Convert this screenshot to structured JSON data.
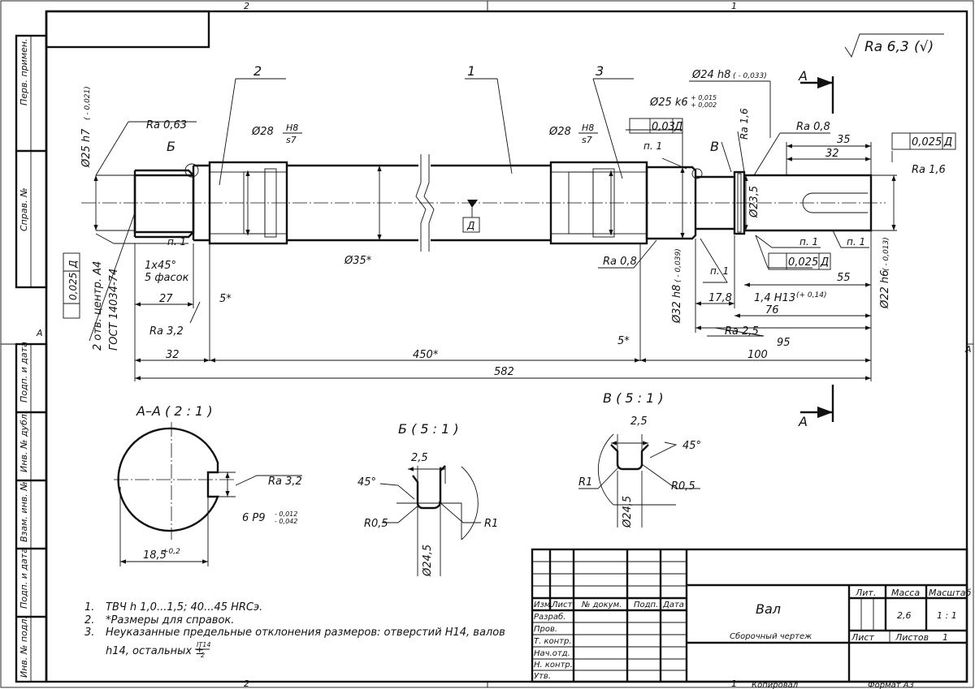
{
  "sheet": {
    "zone_top_left": "2",
    "zone_top_right": "1",
    "zone_bottom_left": "2",
    "zone_bottom_right": "1",
    "zone_side_left": "A",
    "zone_side_right": "A"
  },
  "side_stamp": {
    "perv_primen": "Перв. примен.",
    "sprav_no": "Справ. №",
    "podp_data_1": "Подп. и дата",
    "inv_dubl": "Инв. № дубл.",
    "vzam_inv": "Взам. инв. №",
    "podp_data_2": "Подп. и дата",
    "inv_podl": "Инв. № подл."
  },
  "roughness_general": {
    "value": "Ra 6,3",
    "bracket": "(√)"
  },
  "positions": {
    "p1": "1",
    "p2": "2",
    "p3": "3"
  },
  "section_marks": {
    "A_top": "А",
    "A_bottom": "А",
    "B_view": "Б",
    "V_view": "В",
    "datum_D": "Д"
  },
  "dimensions": {
    "d25h7": "Ø25 h7",
    "d25h7_tol": "( - 0,021)",
    "ra063": "Ra 0,63",
    "d28_left": "Ø28",
    "d28_left_frac_top": "H8",
    "d28_left_frac_bot": "s7",
    "d28_right": "Ø28",
    "d28_right_frac_top": "H8",
    "d28_right_frac_bot": "s7",
    "d24h8": "Ø24 h8",
    "d24h8_tol": "( - 0,033)",
    "d25k6": "Ø25 k6",
    "d25k6_tol_top": "+ 0,015",
    "d25k6_tol_bot": "+ 0,002",
    "runout_003": "0,03",
    "runout_003_datum": "Д",
    "ra16_a": "Ra 1,6",
    "ra08_a": "Ra 0,8",
    "n1_a": "п. 1",
    "n1_b": "п. 1",
    "n1_c": "п. 1",
    "n1_d": "п. 1",
    "n1_e": "п. 1",
    "dim35": "35",
    "dim32_r": "32",
    "runout_0025_r": "0,025",
    "runout_0025_r_datum": "Д",
    "ra16_b": "Ra 1,6",
    "d235": "Ø23,5",
    "runout_0025_m": "0,025",
    "runout_0025_m_datum": "Д",
    "dim55": "55",
    "d22h6": "Ø22 h6",
    "d22h6_tol": "( - 0,013)",
    "d32h8": "Ø32 h8",
    "d32h8_tol": "( - 0,039)",
    "ra08_b": "Ra 0,8",
    "d35": "Ø35*",
    "chamfer": "1x45°",
    "chamfer_count": "5 фасок",
    "runout_0025_l": "0,025",
    "runout_0025_l_datum": "Д",
    "centers_1": "2 отв. центр. А4",
    "centers_2": "ГОСТ 14034-74",
    "dim27": "27",
    "dim5a": "5*",
    "ra32_a": "Ra 3,2",
    "dim178": "17,8",
    "groove": "1,4 H13",
    "groove_tol": "(+ 0,14)",
    "dim76": "76",
    "ra25": "Ra 2,5",
    "dim95": "95",
    "dim5b": "5*",
    "dim32_l": "32",
    "dim450": "450*",
    "dim100": "100",
    "dim582": "582"
  },
  "section_AA": {
    "title": "А–А ( 2 : 1 )",
    "ra": "Ra 3,2",
    "key": "6 P9",
    "key_tol_top": "- 0,012",
    "key_tol_bot": "- 0,042",
    "depth": "18,5",
    "depth_tol": "+0,2"
  },
  "view_B": {
    "title": "Б ( 5 : 1 )",
    "w": "2,5",
    "angle": "45°",
    "r_small": "R0,5",
    "r_big": "R1",
    "dia": "Ø24,5"
  },
  "view_V": {
    "title": "В ( 5 : 1 )",
    "w": "2,5",
    "angle": "45°",
    "r_big": "R1",
    "r_small": "R0,5",
    "dia": "Ø24,5"
  },
  "notes": [
    {
      "num": "1.",
      "text": "ТВЧ h 1,0...1,5; 40...45 HRCэ."
    },
    {
      "num": "2.",
      "text": "*Размеры для справок."
    },
    {
      "num": "3.",
      "text": "Неуказанные предельные отклонения размеров: отверстий H14, валов"
    },
    {
      "num": "",
      "text": "h14, остальных ±"
    }
  ],
  "note_fraction_top": "IT14",
  "note_fraction_bot": "2",
  "title_block": {
    "izm": "Изм.",
    "list": "Лист",
    "doc_no": "№ докум.",
    "podp": "Подп.",
    "data": "Дата",
    "razrab": "Разраб.",
    "prov": "Пров.",
    "t_kontr": "Т. контр.",
    "nach_otd": "Нач.отд.",
    "n_kontr": "Н. контр.",
    "utv": "Утв.",
    "name": "Вал",
    "doc_type": "Сборочный чертеж",
    "lit": "Лит.",
    "massa": "Масса",
    "masshtab": "Масштаб",
    "massa_val": "2,6",
    "masshtab_val": "1 : 1",
    "list_lbl": "Лист",
    "listov_lbl": "Листов",
    "listov_val": "1",
    "kopiroval": "Копировал",
    "format": "Формат А3"
  }
}
